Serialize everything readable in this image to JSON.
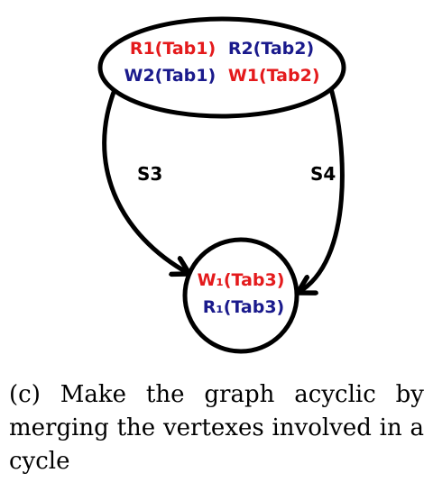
{
  "colors": {
    "red": "#e41a1c",
    "blue": "#1a1a8c",
    "stroke": "#000000"
  },
  "nodes": {
    "top": {
      "line1": [
        {
          "text": "R1(Tab1)",
          "color": "red"
        },
        {
          "text": "R2(Tab2)",
          "color": "blue"
        }
      ],
      "line2": [
        {
          "text": "W2(Tab1)",
          "color": "blue"
        },
        {
          "text": "W1(Tab2)",
          "color": "red"
        }
      ]
    },
    "bottom": {
      "line1": {
        "text": "W₁(Tab3)",
        "color": "red"
      },
      "line2": {
        "text": "R₁(Tab3)",
        "color": "blue"
      }
    }
  },
  "edges": {
    "left_label": "S3",
    "right_label": "S4"
  },
  "caption": "(c) Make the graph acyclic by merging the vertexes involved in a cycle"
}
